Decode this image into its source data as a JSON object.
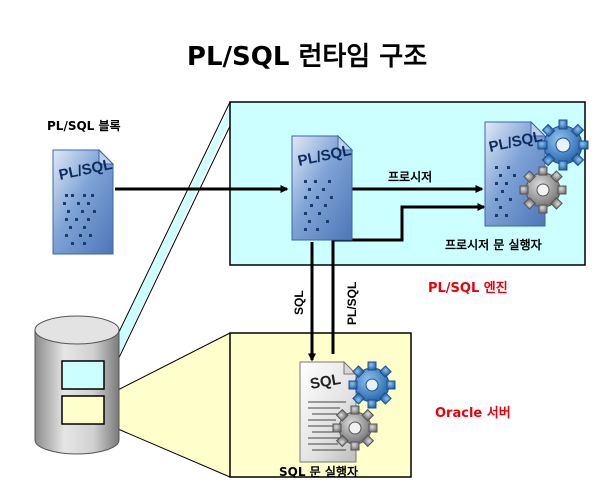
{
  "title": "PL/SQL 런타임 구조",
  "labels": {
    "plsql_block": "PL/SQL 블록",
    "procedure": "프로시저",
    "procedure_executor": "프로시저 문 실행자",
    "plsql_engine": "PL/SQL 엔진",
    "sql_arrow": "SQL",
    "plsql_arrow": "PL/SQL",
    "oracle_server": "Oracle 서버",
    "sql_executor": "SQL 문 실행자"
  },
  "documents": {
    "plsql_doc": "PL/SQL",
    "sql_doc": "SQL"
  },
  "colors": {
    "engine_box": "#ccffff",
    "server_box": "#ffffcc",
    "highlight_text": "#e8000b",
    "gear": "#2b6fb3",
    "gear_gray": "#8a8a8a",
    "doc": "#5b86c5"
  }
}
